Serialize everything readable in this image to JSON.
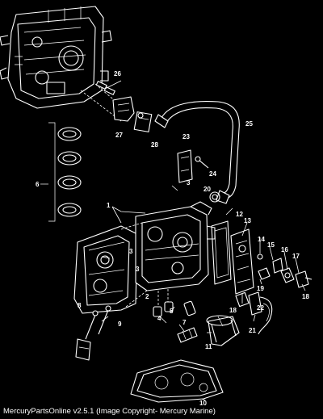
{
  "diagram": {
    "caption": "MercuryPartsOnline v2.5.1 (Image Copyright- Mercury Marine)",
    "callouts": {
      "c1": "1",
      "c2": "2",
      "c3": "3",
      "c3b": "3",
      "c3c": "3",
      "c4": "4",
      "c5": "5",
      "c6": "6",
      "c7": "7",
      "c8": "8",
      "c9": "9",
      "c10": "10",
      "c11": "11",
      "c12": "12",
      "c13": "13",
      "c14": "14",
      "c15": "15",
      "c16": "16",
      "c17": "17",
      "c18": "18",
      "c18b": "18",
      "c19": "19",
      "c20": "20",
      "c21": "21",
      "c22": "22",
      "c23": "23",
      "c24": "24",
      "c25": "25",
      "c26": "26",
      "c27": "27",
      "c28": "28"
    }
  }
}
